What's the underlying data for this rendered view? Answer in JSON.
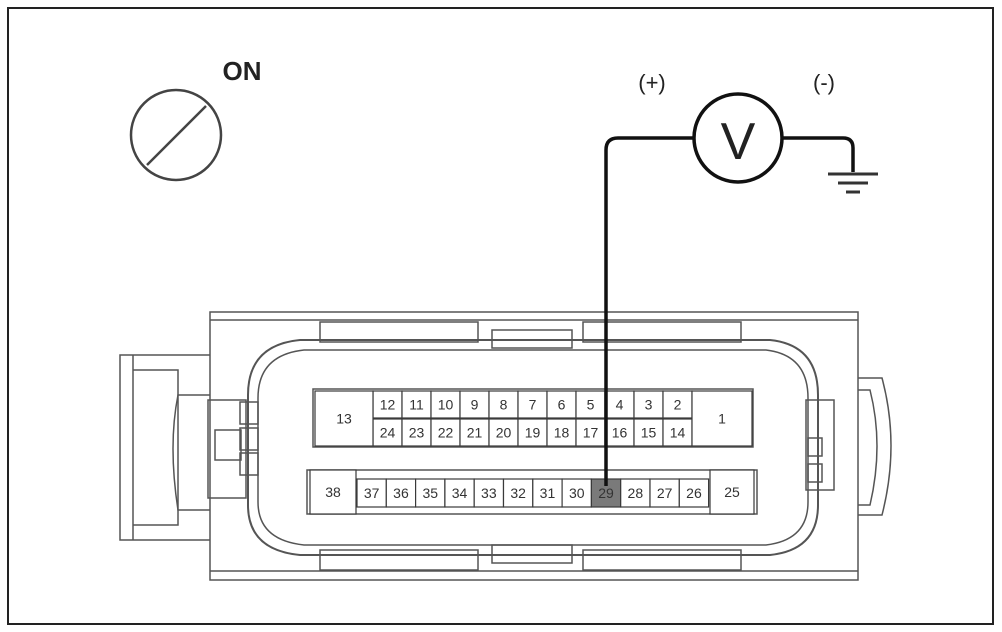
{
  "ignition": {
    "label": "ON"
  },
  "meter": {
    "symbol": "V",
    "positive_label": "(+)",
    "negative_label": "(-)"
  },
  "connector": {
    "top_row": [
      "12",
      "11",
      "10",
      "9",
      "8",
      "7",
      "6",
      "5",
      "4",
      "3",
      "2"
    ],
    "middle_row": [
      "24",
      "23",
      "22",
      "21",
      "20",
      "19",
      "18",
      "17",
      "16",
      "15",
      "14"
    ],
    "bottom_row": [
      "37",
      "36",
      "35",
      "34",
      "33",
      "32",
      "31",
      "30",
      "29",
      "28",
      "27",
      "26"
    ],
    "left_top_pin": "13",
    "right_top_pin": "1",
    "left_bottom_pin": "38",
    "right_bottom_pin": "25",
    "probed_pin": "29"
  },
  "colors": {
    "line": "#3a3a3a",
    "probed_pin_fill": "#7a7a7a",
    "wire": "#111111"
  }
}
